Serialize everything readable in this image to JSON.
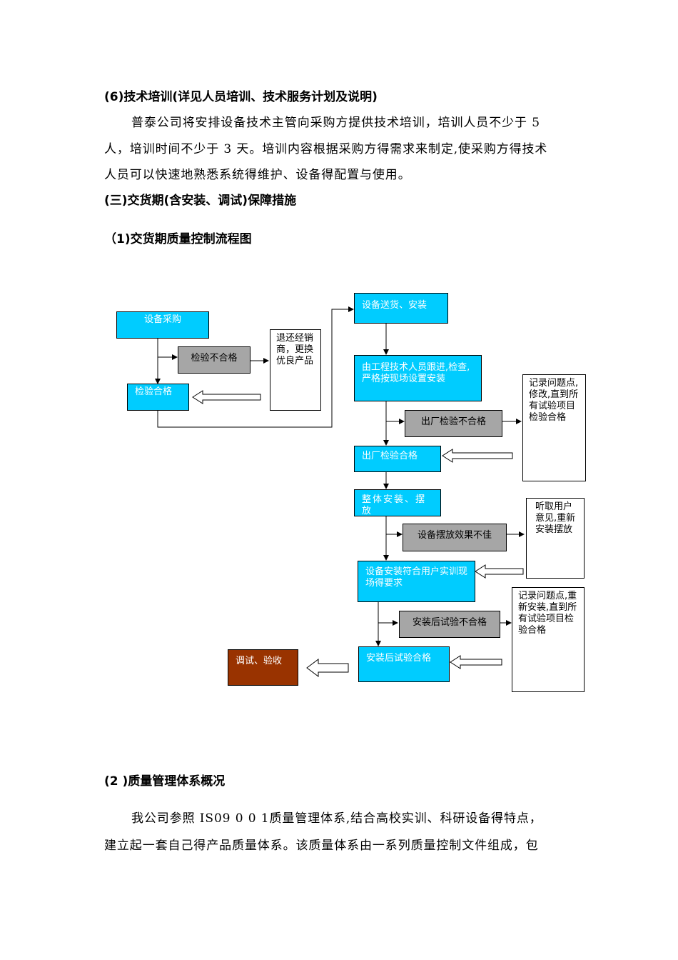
{
  "section6": {
    "heading": "(6)技术培训(详见人员培训、技术服务计划及说明)",
    "para_lines": [
      "普泰公司将安排设备技术主管向采购方提供技术培训，培训人员不少于 5",
      "人，培训时间不少于 3 天。培训内容根据采购方得需求来制定,使采购方得技术",
      "人员可以快速地熟悉系统得维护、设备得配置与使用。"
    ]
  },
  "section3": {
    "heading": "(三)交货期(含安装、调试)保障措施"
  },
  "subsection1": {
    "heading": "（1)交货期质量控制流程图"
  },
  "flowchart": {
    "purchase": "设备采购",
    "inspect_fail": "检验不合格",
    "return_note": "退还经销商，更换优良产品",
    "inspect_pass": "检验合格",
    "deliver_install": "设备送货、安装",
    "engineer_follow": "由工程技术人员跟进,检查,严格按现场设置安装",
    "factory_fail": "出厂检验不合格",
    "factory_note": "记录问题点,修改,直到所有试验项目检验合格",
    "factory_pass": "出厂检验合格",
    "overall_install": "整体安装、摆放",
    "placement_bad": "设备摆放效果不佳",
    "placement_note": "听取用户意见,重新安装摆放",
    "meets_requirements": "设备安装符合用户实训现场得要求",
    "post_test_fail": "安装后试验不合格",
    "post_test_note": "记录问题点,重新安装,直到所有试验项目检验合格",
    "post_test_pass": "安装后试验合格",
    "debug_accept": "调试、验收"
  },
  "subsection2": {
    "heading": "(2 )质量管理体系概况"
  },
  "section2_text": {
    "para_lines": [
      "我公司参照 IS09 0 0 1质量管理体系,结合高校实训、科研设备得特点，",
      "建立起一套自己得产品质量体系。该质量体系由一系列质量控制文件组成，包"
    ]
  },
  "colors": {
    "process_fill": "#00ccff",
    "fail_fill": "#a6a6a6",
    "final_fill": "#993300"
  }
}
